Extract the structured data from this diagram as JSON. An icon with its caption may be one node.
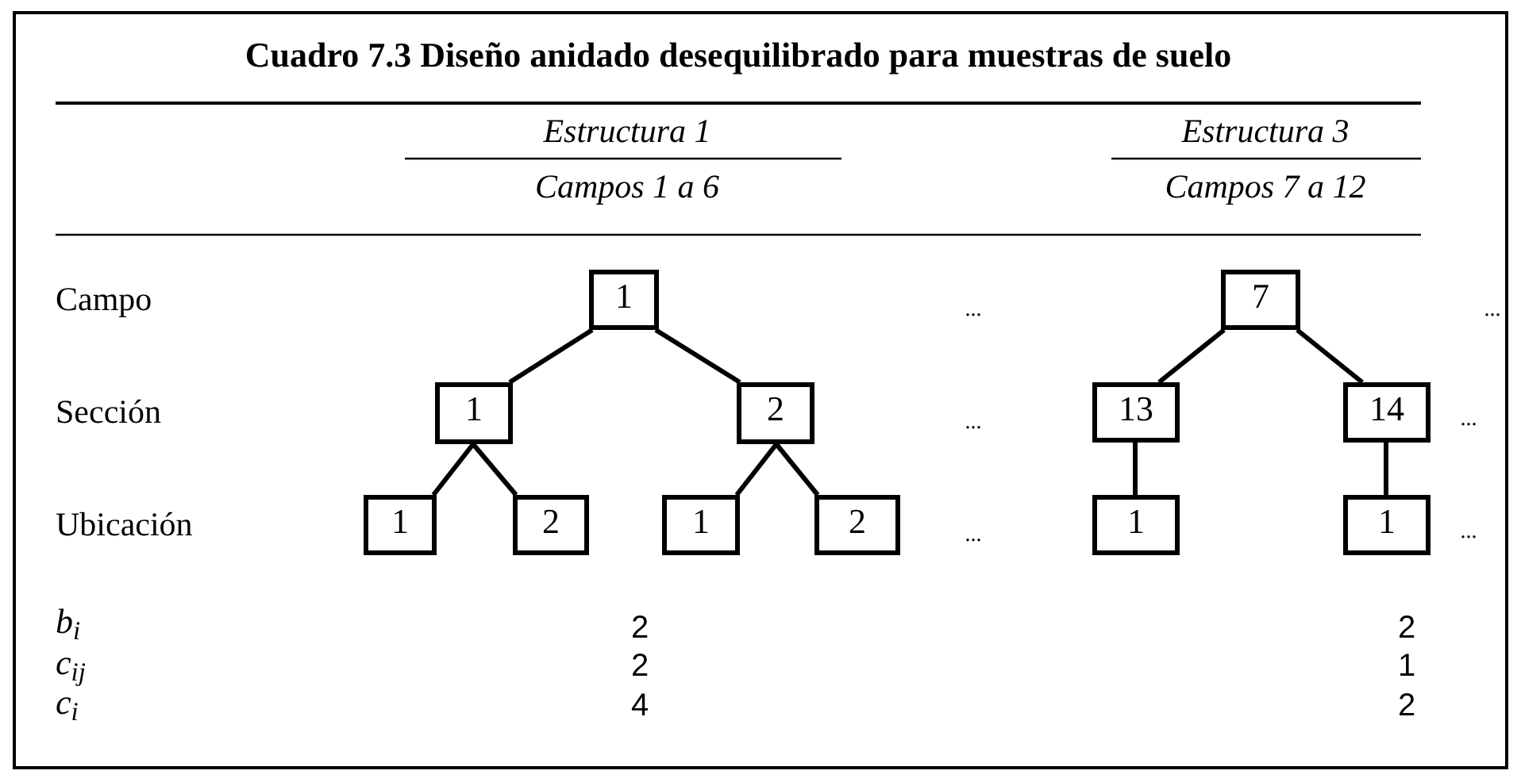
{
  "diagram": {
    "title": "Cuadro 7.3 Diseño anidado desequilibrado para muestras de suelo",
    "nodes": [
      {
        "text": [
          "1"
        ]
      },
      {
        "text": [
          "1"
        ]
      },
      {
        "text": [
          "2"
        ]
      },
      {
        "text": [
          "1"
        ]
      },
      {
        "text": [
          "2"
        ]
      },
      {
        "text": [
          "1"
        ]
      },
      {
        "text": [
          "2"
        ]
      },
      {
        "text": [
          "7"
        ]
      },
      {
        "text": [
          "13"
        ]
      },
      {
        "text": [
          "14"
        ]
      },
      {
        "text": [
          "1"
        ]
      },
      {
        "text": [
          "1"
        ]
      }
    ],
    "edges": [
      {
        "from": 0,
        "to": 1,
        "arrow": "none"
      },
      {
        "from": 0,
        "to": 2,
        "arrow": "none"
      },
      {
        "from": 1,
        "to": 3,
        "arrow": "none"
      },
      {
        "from": 1,
        "to": 4,
        "arrow": "none"
      },
      {
        "from": 2,
        "to": 5,
        "arrow": "none"
      },
      {
        "from": 2,
        "to": 6,
        "arrow": "none"
      },
      {
        "from": 7,
        "to": 8,
        "arrow": "none"
      },
      {
        "from": 7,
        "to": 9,
        "arrow": "none"
      },
      {
        "from": 8,
        "to": 10,
        "arrow": "none"
      },
      {
        "from": 9,
        "to": 11,
        "arrow": "none"
      }
    ],
    "labels": [
      "Estructura 1",
      "Estructura 3",
      "Campos 1 a 6",
      "Campos 7 a 12",
      "Campo",
      "...",
      "...",
      "Sección",
      "...",
      "...",
      "Ubicación",
      "...",
      "...",
      "b$_{i}$",
      "2",
      "2",
      "c$_{ij}$",
      "2",
      "1",
      "c$_{i}$",
      "4",
      "2"
    ]
  }
}
